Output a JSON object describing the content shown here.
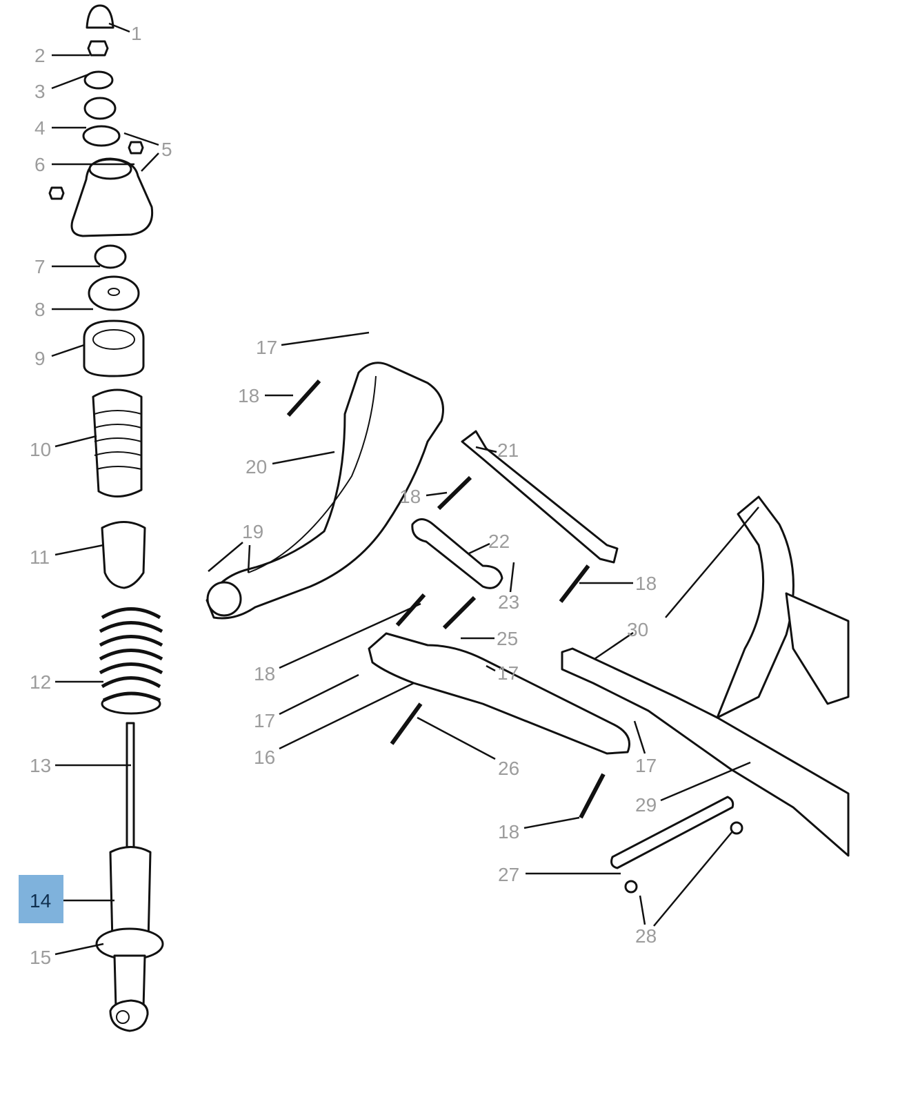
{
  "diagram": {
    "highlight_color": "#7fb2dc",
    "selected_callout": "14",
    "callouts": [
      "1",
      "2",
      "3",
      "4",
      "5",
      "6",
      "7",
      "8",
      "9",
      "10",
      "11",
      "12",
      "13",
      "14",
      "15",
      "17",
      "18",
      "20",
      "19",
      "21",
      "18",
      "22",
      "23",
      "18",
      "30",
      "18",
      "25",
      "17",
      "17",
      "16",
      "26",
      "17",
      "29",
      "18",
      "27",
      "28"
    ]
  }
}
